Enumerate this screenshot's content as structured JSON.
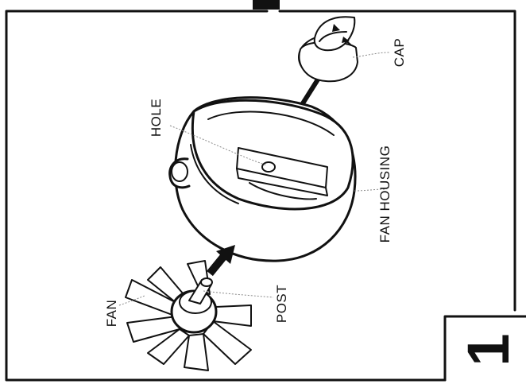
{
  "labels": {
    "cap": "CAP",
    "hole": "HOLE",
    "fan_housing": "FAN HOUSING",
    "fan": "FAN",
    "post": "POST"
  },
  "step_number": "1"
}
